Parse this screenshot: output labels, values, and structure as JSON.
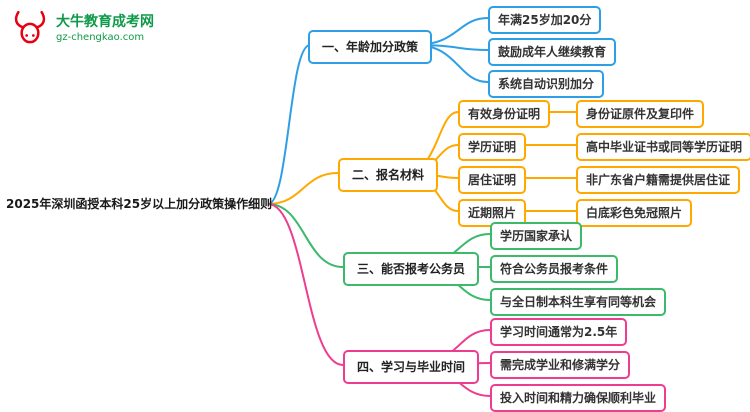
{
  "logo": {
    "title": "大牛教育成考网",
    "domain": "gz-chengkao.com",
    "icon": "bull-logo-icon",
    "colors": {
      "red": "#E60012",
      "green": "#0E9A48"
    }
  },
  "root": {
    "label": "2025年深圳函授本科25岁以上加分政策操作细则"
  },
  "colors": {
    "branch1": "#2E9FE6",
    "branch2": "#FFA900",
    "branch3": "#3CB96B",
    "branch4": "#EE3D8F"
  },
  "branches": [
    {
      "label": "一、年龄加分政策",
      "color": "#2E9FE6",
      "children": [
        {
          "label": "年满25岁加20分"
        },
        {
          "label": "鼓励成年人继续教育"
        },
        {
          "label": "系统自动识别加分"
        }
      ]
    },
    {
      "label": "二、报名材料",
      "color": "#FFA900",
      "children": [
        {
          "label": "有效身份证明",
          "detail": "身份证原件及复印件"
        },
        {
          "label": "学历证明",
          "detail": "高中毕业证书或同等学历证明"
        },
        {
          "label": "居住证明",
          "detail": "非广东省户籍需提供居住证"
        },
        {
          "label": "近期照片",
          "detail": "白底彩色免冠照片"
        }
      ]
    },
    {
      "label": "三、能否报考公务员",
      "color": "#3CB96B",
      "children": [
        {
          "label": "学历国家承认"
        },
        {
          "label": "符合公务员报考条件"
        },
        {
          "label": "与全日制本科生享有同等机会"
        }
      ]
    },
    {
      "label": "四、学习与毕业时间",
      "color": "#EE3D8F",
      "children": [
        {
          "label": "学习时间通常为2.5年"
        },
        {
          "label": "需完成学业和修满学分"
        },
        {
          "label": "投入时间和精力确保顺利毕业"
        }
      ]
    }
  ]
}
